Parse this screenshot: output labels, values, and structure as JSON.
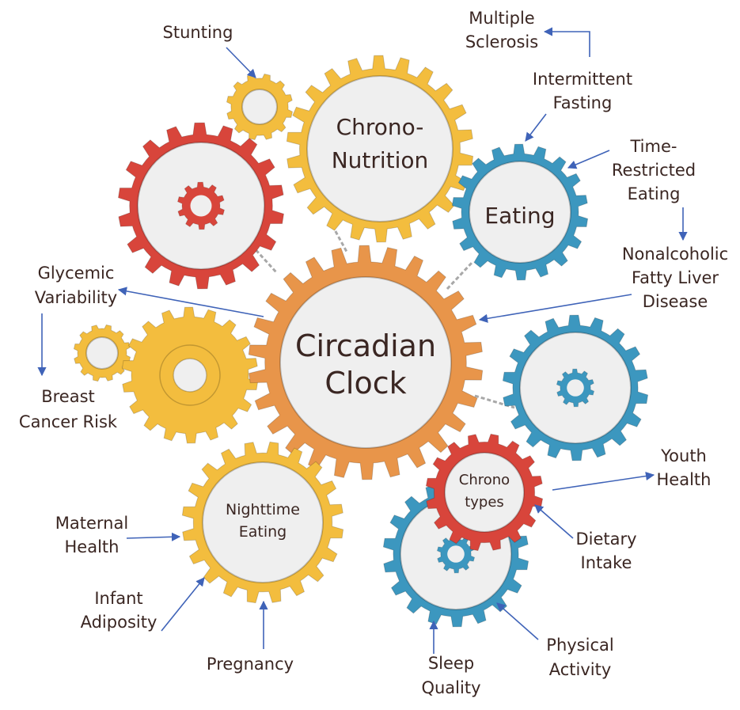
{
  "colors": {
    "orange": "#e8954a",
    "yellow": "#f3bd3e",
    "red": "#d8453b",
    "blue": "#3c97bf",
    "inner": "#efefef",
    "text": "#3a2622",
    "arrow": "#3f63b8"
  },
  "gears": {
    "circadian": {
      "line1": "Circadian",
      "line2": "Clock"
    },
    "chrono_nutrition": {
      "line1": "Chrono-",
      "line2": "Nutrition"
    },
    "eating": {
      "line1": "Eating"
    },
    "nighttime": {
      "line1": "Nighttime",
      "line2": "Eating"
    },
    "chronotypes": {
      "line1": "Chrono",
      "line2": "types"
    }
  },
  "labels": {
    "stunting": "Stunting",
    "multiple_sclerosis": [
      "Multiple",
      "Sclerosis"
    ],
    "intermittent_fasting": [
      "Intermittent",
      "Fasting"
    ],
    "time_restricted": [
      "Time-",
      "Restricted",
      "Eating"
    ],
    "nafld": [
      "Nonalcoholic",
      "Fatty Liver",
      "Disease"
    ],
    "glycemic": [
      "Glycemic",
      "Variability"
    ],
    "breast_cancer": [
      "Breast",
      "Cancer Risk"
    ],
    "youth_health": [
      "Youth",
      "Health"
    ],
    "maternal_health": [
      "Maternal",
      "Health"
    ],
    "dietary_intake": [
      "Dietary",
      "Intake"
    ],
    "infant_adiposity": [
      "Infant",
      "Adiposity"
    ],
    "physical_activity": [
      "Physical",
      "Activity"
    ],
    "pregnancy": "Pregnancy",
    "sleep_quality": [
      "Sleep",
      "Quality"
    ]
  }
}
